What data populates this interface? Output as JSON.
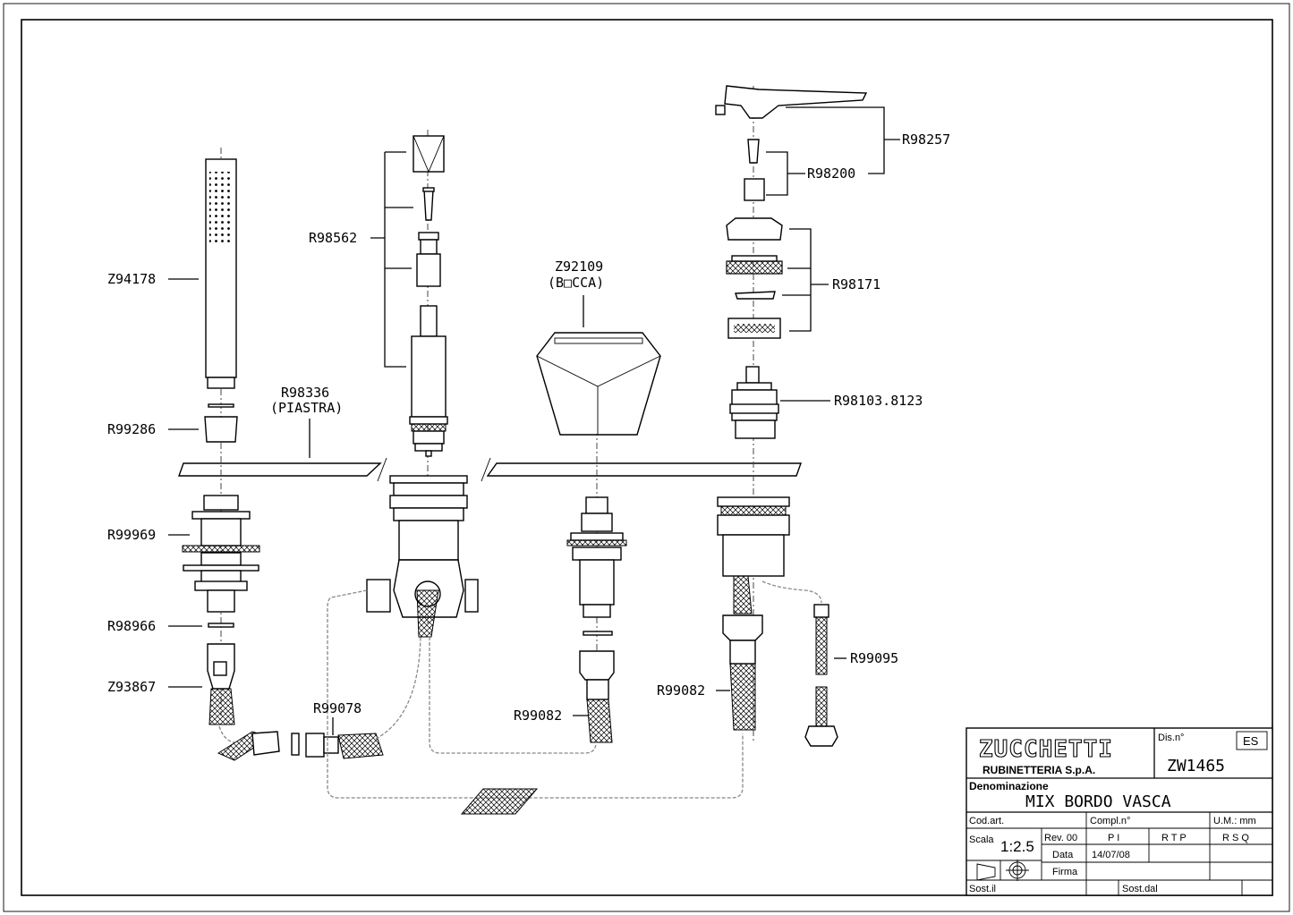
{
  "parts": {
    "z94178": "Z94178",
    "r99286": "R99286",
    "r99969": "R99969",
    "r98966": "R98966",
    "z93867": "Z93867",
    "r98336": "R98336",
    "piastra": "(PIASTRA)",
    "r98562": "R98562",
    "r99078": "R99078",
    "z92109": "Z92109",
    "bocca": "(B□CCA)",
    "r99082_a": "R99082",
    "r98257": "R98257",
    "r98200": "R98200",
    "r98171": "R98171",
    "r98103": "R98103.8123",
    "r99095": "R99095",
    "r99082_b": "R99082"
  },
  "title_block": {
    "logo": "ZUCCHETTI",
    "company": "RUBINETTERIA   S.p.A.",
    "dis_label": "Dis.n°",
    "dis_value": "ZW1465",
    "lang": "ES",
    "denominazione_label": "Denominazione",
    "denominazione_value": "MIX  BORDO  VASCA",
    "cod_art_label": "Cod.art.",
    "compl_label": "Compl.n°",
    "um_label": "U.M.: mm",
    "scala_label": "Scala",
    "scala_value": "1:2.5",
    "rev_label": "Rev. 00",
    "pi": "P I",
    "rtp": "R T P",
    "rsq": "R S Q",
    "data_label": "Data",
    "data_value": "14/07/08",
    "firma_label": "Firma",
    "sost_il_label": "Sost.il",
    "sost_dal_label": "Sost.dal"
  }
}
